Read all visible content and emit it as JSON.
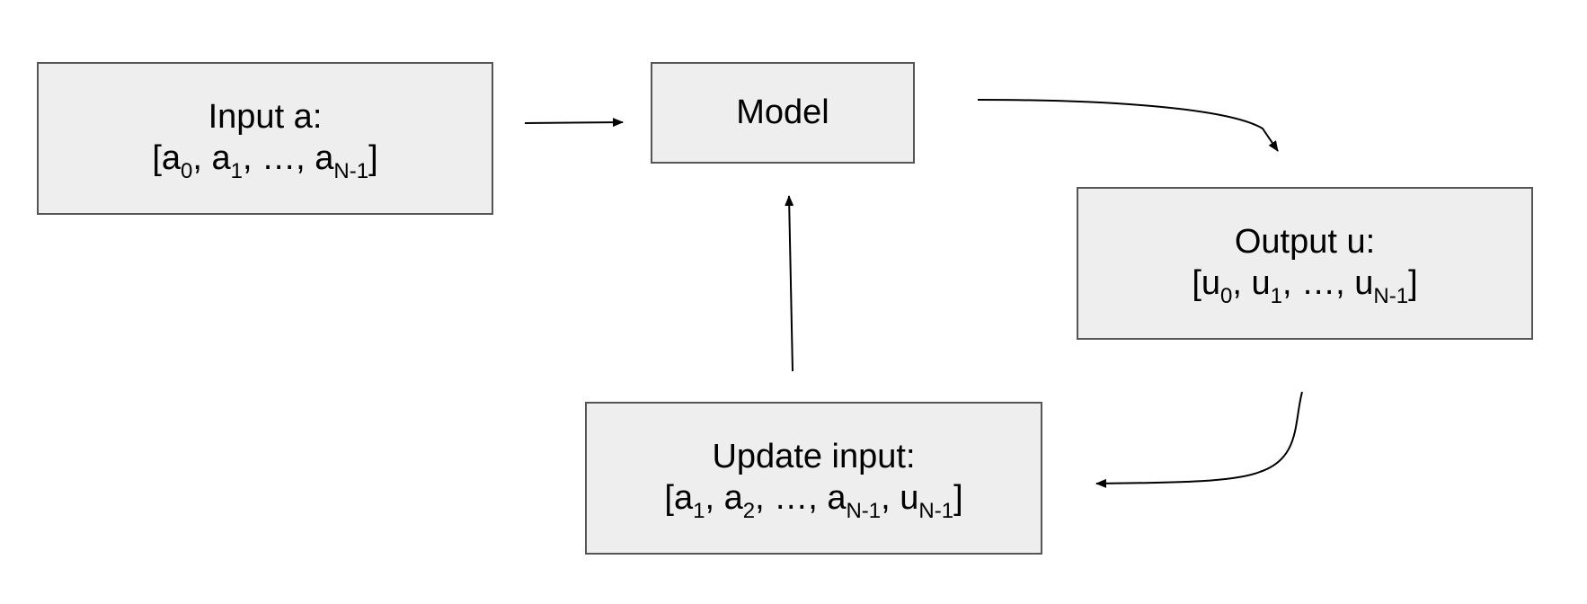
{
  "nodes": {
    "input": {
      "title": "Input a:",
      "sequence": [
        {
          "base": "a",
          "sub": "0"
        },
        {
          "base": "a",
          "sub": "1"
        },
        {
          "base": "…",
          "sub": ""
        },
        {
          "base": "a",
          "sub": "N-1"
        }
      ]
    },
    "model": {
      "title": "Model"
    },
    "output": {
      "title": "Output u:",
      "sequence": [
        {
          "base": "u",
          "sub": "0"
        },
        {
          "base": "u",
          "sub": "1"
        },
        {
          "base": "…",
          "sub": ""
        },
        {
          "base": "u",
          "sub": "N-1"
        }
      ]
    },
    "update": {
      "title": "Update input:",
      "sequence": [
        {
          "base": "a",
          "sub": "1"
        },
        {
          "base": "a",
          "sub": "2"
        },
        {
          "base": "…",
          "sub": ""
        },
        {
          "base": "a",
          "sub": "N-1"
        },
        {
          "base": "u",
          "sub": "N-1"
        }
      ]
    }
  },
  "edges": [
    {
      "from": "input",
      "to": "model"
    },
    {
      "from": "model",
      "to": "output"
    },
    {
      "from": "output",
      "to": "update"
    },
    {
      "from": "update",
      "to": "model"
    }
  ],
  "colors": {
    "node_fill": "#eeeeee",
    "node_border": "#555555",
    "edge": "#000000"
  }
}
